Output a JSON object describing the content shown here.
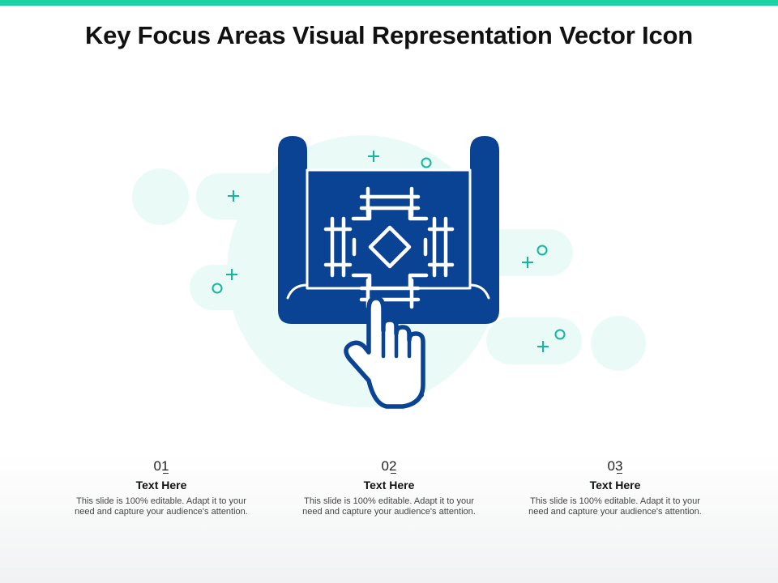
{
  "slide": {
    "title": "Key Focus Areas Visual Representation Vector Icon"
  },
  "colors": {
    "accent": "#1ed1a3",
    "icon_blue": "#0a4394",
    "sparkle": "#14b79a",
    "blob": "#eafbf7"
  },
  "icon": {
    "name": "blueprint-with-pointing-hand-icon"
  },
  "columns": [
    {
      "number": "01",
      "heading": "Text Here",
      "body": "This slide is 100% editable. Adapt it to your need and capture your audience's attention."
    },
    {
      "number": "02",
      "heading": "Text Here",
      "body": "This slide is 100% editable. Adapt it to your need and capture your audience's attention."
    },
    {
      "number": "03",
      "heading": "Text Here",
      "body": "This slide is 100% editable. Adapt it to your need and capture your audience's attention."
    }
  ]
}
